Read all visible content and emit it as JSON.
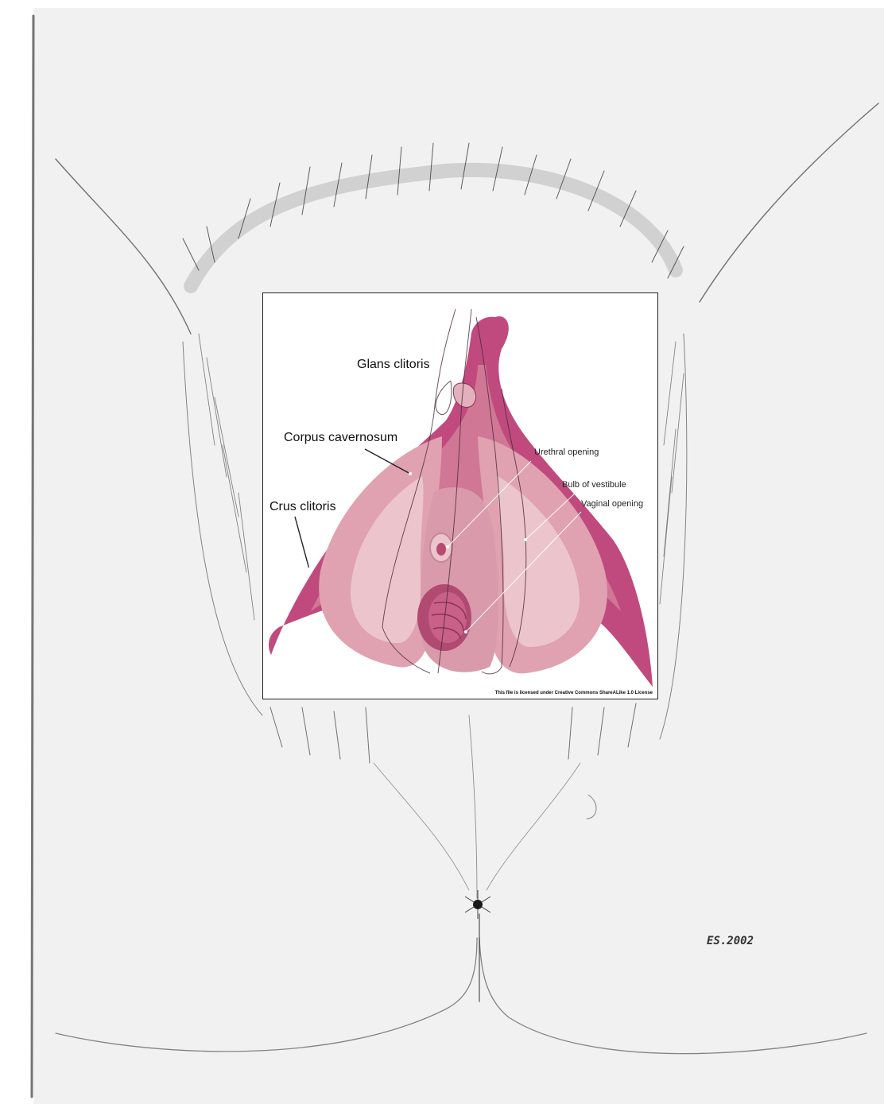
{
  "labels": {
    "glans": "Glans clitoris",
    "corpus": "Corpus cavernosum",
    "crus": "Crus clitoris",
    "urethral": "Urethral opening",
    "bulb": "Bulb of vestibule",
    "vaginal": "Vaginal opening"
  },
  "license_note": "This file is licensed under Creative Commons ShareALike 1.0 License",
  "signature": "ES.2002",
  "colors": {
    "magenta": "#c04a7e",
    "mid_pink": "#d07796",
    "bulb_pink": "#e0a2b0",
    "light_pink": "#ecc4cc",
    "sketch_line": "#444444"
  }
}
